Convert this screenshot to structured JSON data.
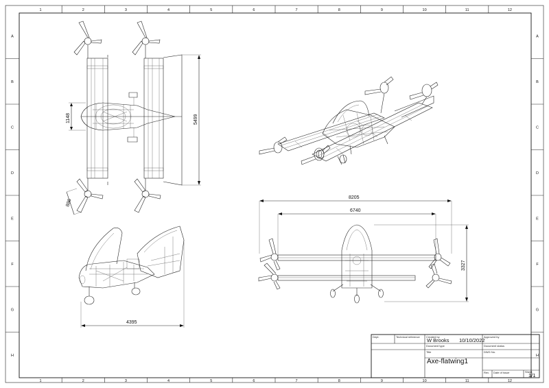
{
  "frame": {
    "columns": [
      "1",
      "2",
      "3",
      "4",
      "5",
      "6",
      "7",
      "8",
      "9",
      "10",
      "11",
      "12"
    ],
    "rows": [
      "A",
      "B",
      "C",
      "D",
      "E",
      "F",
      "G",
      "H"
    ]
  },
  "dimensions": {
    "top_span": "5499",
    "top_width": "1148",
    "top_prop": "886",
    "side_length": "4395",
    "front_span": "8205",
    "front_inner": "6740",
    "front_height": "3327"
  },
  "title_block": {
    "dept_caption": "Dept.",
    "tech_ref_caption": "Technical reference",
    "created_by_caption": "Created by",
    "created_by": "W Brooks",
    "date": "10/10/2022",
    "approved_by_caption": "Approved by",
    "doc_type_caption": "Document type",
    "doc_status_caption": "Document status",
    "title_caption": "Title",
    "title": "Axe-flatwing1",
    "dwg_no_caption": "DWG No.",
    "rev_caption": "Rev.",
    "date_of_issue_caption": "Date of issue",
    "sheet_caption": "Sheet",
    "sheet": "1/1"
  }
}
